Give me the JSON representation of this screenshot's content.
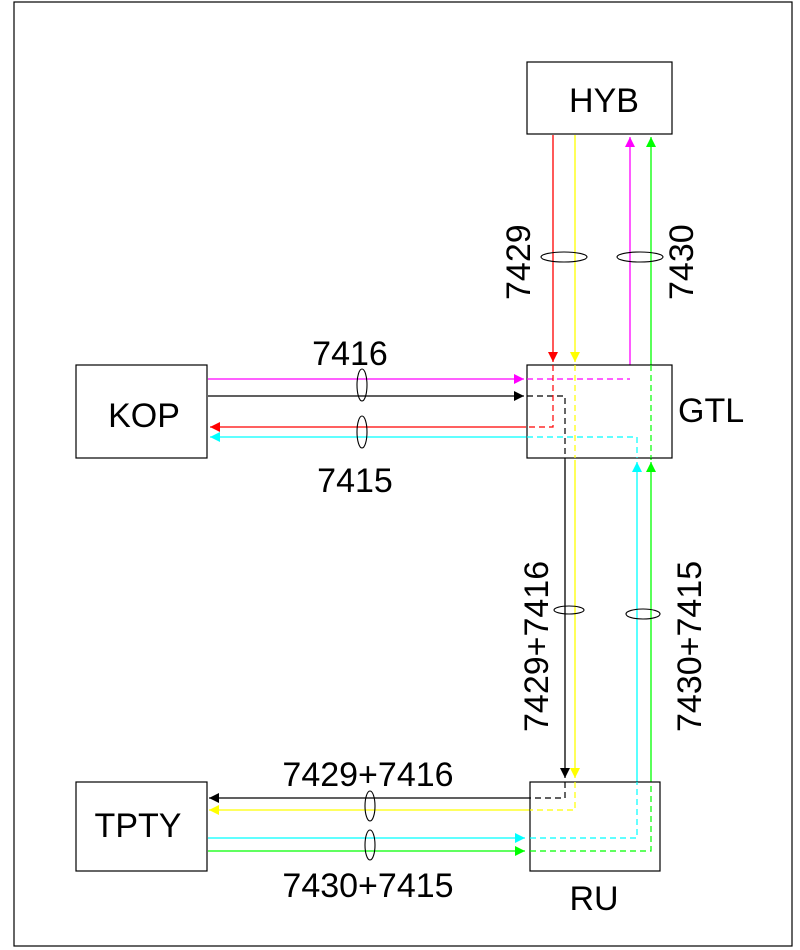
{
  "nodes": {
    "hyb": "HYB",
    "kop": "KOP",
    "gtl": "GTL",
    "tpty": "TPTY",
    "ru": "RU"
  },
  "links": {
    "hyb_left": "7429",
    "hyb_right": "7430",
    "kop_top": "7416",
    "kop_bottom": "7415",
    "gtl_left": "7429+7416",
    "gtl_right": "7430+7415",
    "tpty_top": "7429+7416",
    "tpty_bottom": "7430+7415"
  },
  "colors": {
    "red": "#ff0000",
    "yellow": "#ffff00",
    "magenta": "#ff00ff",
    "green": "#00ff00",
    "cyan": "#00ffff",
    "black": "#000000"
  }
}
